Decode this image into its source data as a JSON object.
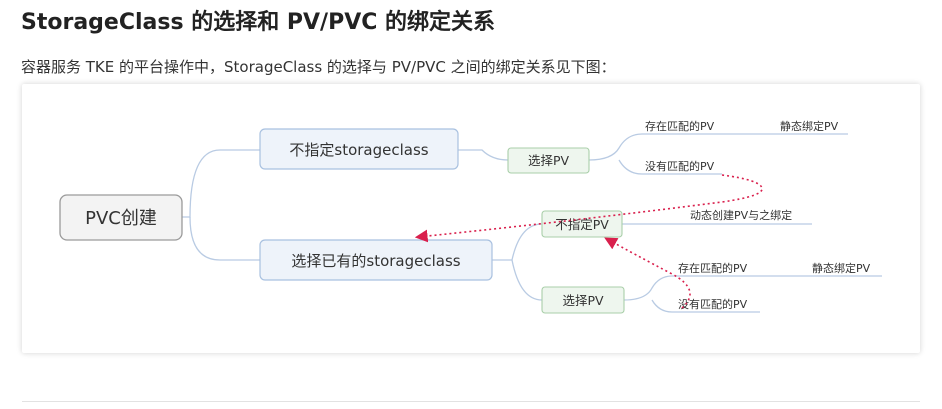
{
  "heading": "StorageClass 的选择和 PV/PVC 的绑定关系",
  "intro": "容器服务 TKE 的平台操作中，StorageClass 的选择与 PV/PVC 之间的绑定关系见下图：",
  "diagram": {
    "root": "PVC创建",
    "branch_no_sc": "不指定storageclass",
    "branch_existing_sc": "选择已有的storageclass",
    "select_pv_top": "选择PV",
    "has_match_top": "存在匹配的PV",
    "static_bind_top": "静态绑定PV",
    "no_match_top": "没有匹配的PV",
    "no_pv": "不指定PV",
    "dynamic_create": "动态创建PV与之绑定",
    "select_pv_bottom": "选择PV",
    "has_match_bottom": "存在匹配的PV",
    "static_bind_bottom": "静态绑定PV",
    "no_match_bottom": "没有匹配的PV"
  },
  "colors": {
    "root_fill": "#f3f3f3",
    "blue_fill": "#eef3fa",
    "blue_stroke": "#a9c1e0",
    "green_fill": "#eef6ee",
    "green_stroke": "#a9cfa9",
    "connector": "#b9cbe3",
    "arrow": "#d9204d"
  }
}
